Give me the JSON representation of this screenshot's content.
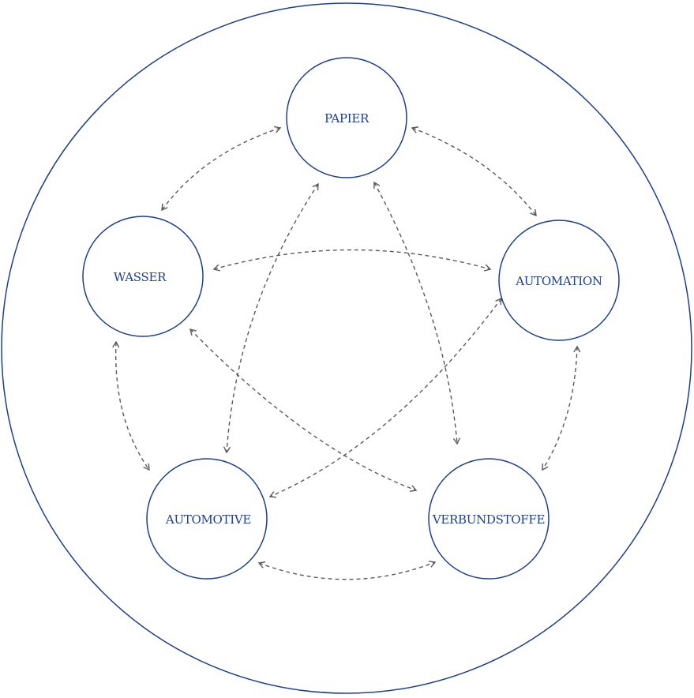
{
  "diagram": {
    "nodes": [
      {
        "id": "papier",
        "label": "PAPIER"
      },
      {
        "id": "wasser",
        "label": "WASSER"
      },
      {
        "id": "automation",
        "label": "AUTOMATION"
      },
      {
        "id": "automotive",
        "label": "AUTOMOTIVE"
      },
      {
        "id": "verbundstoffe",
        "label": "VERBUNDSTOFFE"
      }
    ],
    "connections": [
      {
        "from": "papier",
        "to": "wasser",
        "bidirectional": true
      },
      {
        "from": "papier",
        "to": "automation",
        "bidirectional": true
      },
      {
        "from": "papier",
        "to": "automotive",
        "bidirectional": true
      },
      {
        "from": "papier",
        "to": "verbundstoffe",
        "bidirectional": true
      },
      {
        "from": "wasser",
        "to": "automation",
        "bidirectional": true
      },
      {
        "from": "wasser",
        "to": "automotive",
        "bidirectional": true
      },
      {
        "from": "wasser",
        "to": "verbundstoffe",
        "bidirectional": true
      },
      {
        "from": "automation",
        "to": "automotive",
        "bidirectional": true
      },
      {
        "from": "automation",
        "to": "verbundstoffe",
        "bidirectional": true
      },
      {
        "from": "automotive",
        "to": "verbundstoffe",
        "bidirectional": true
      }
    ],
    "line_style": "dashed",
    "colors": {
      "node_stroke": "#1e3f8f",
      "label": "#1e3f8f",
      "connector": "#5a5a5a"
    }
  }
}
